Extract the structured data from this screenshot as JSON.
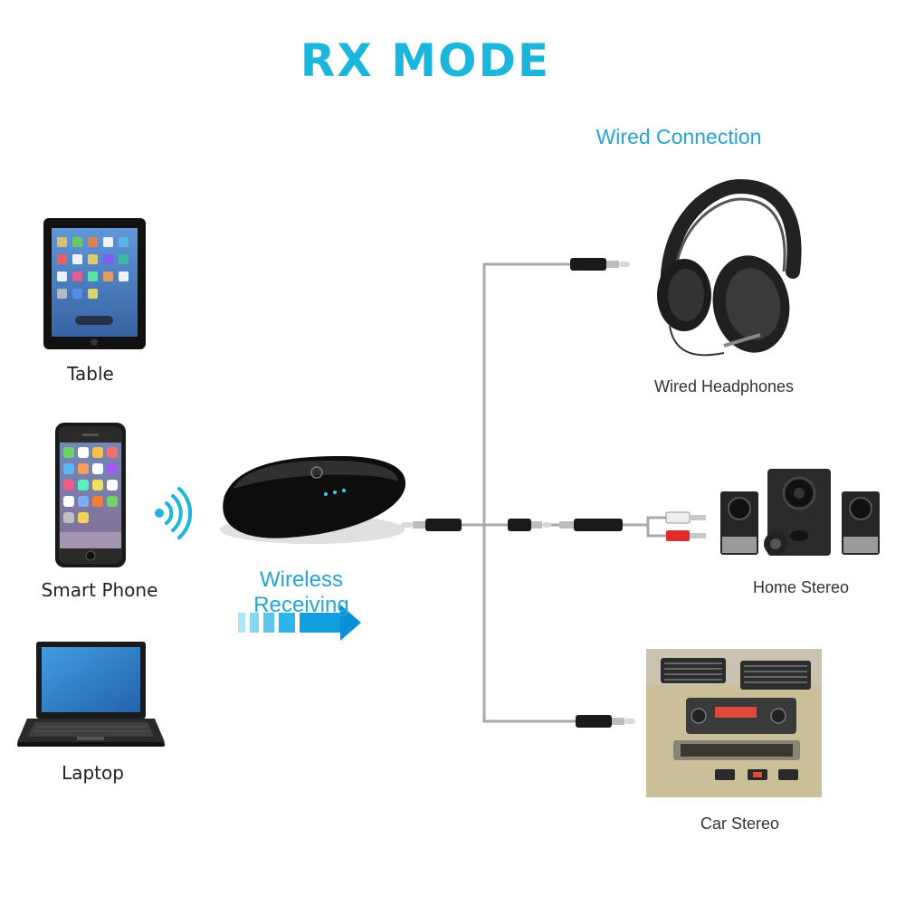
{
  "title": "RX MODE",
  "wired_connection_label": "Wired Connection",
  "wireless_receiving_label": "Wireless Receiving",
  "sources": [
    {
      "label": "Table",
      "icon": "tablet-icon"
    },
    {
      "label": "Smart Phone",
      "icon": "smartphone-icon"
    },
    {
      "label": "Laptop",
      "icon": "laptop-icon"
    }
  ],
  "outputs": [
    {
      "label": "Wired Headphones",
      "icon": "headphones-icon"
    },
    {
      "label": "Home Stereo",
      "icon": "speakers-icon"
    },
    {
      "label": "Car Stereo",
      "icon": "car-stereo-icon"
    }
  ],
  "colors": {
    "accent": "#1cb6dc",
    "cable": "#a9a9a9",
    "device": "#111111"
  }
}
